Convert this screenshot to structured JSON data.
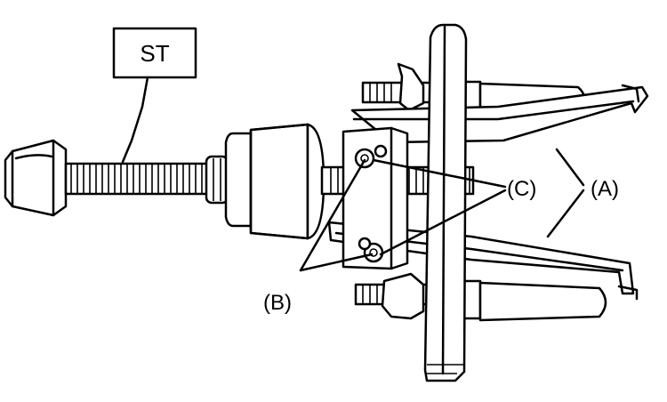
{
  "labels": {
    "st": "ST",
    "a": "(A)",
    "b": "(B)",
    "c": "(C)"
  }
}
